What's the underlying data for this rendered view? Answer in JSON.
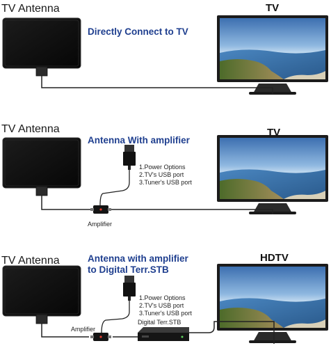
{
  "colors": {
    "headline": "#1f3f8f",
    "antenna": "#111111",
    "tv_frame": "#222222"
  },
  "panels": [
    {
      "antenna_title": "TV Antenna",
      "headline": "Directly Connect to TV",
      "tv_title": "TV"
    },
    {
      "antenna_title": "TV Antenna",
      "headline": "Antenna With amplifier",
      "tv_title": "TV",
      "power_options": [
        "1.Power Options",
        "2.TV's USB port",
        "3.Tuner's USB port"
      ],
      "amplifier_label": "Amplifier"
    },
    {
      "antenna_title": "TV Antenna",
      "headline_line1": "Antenna with amplifier",
      "headline_line2": "to Digital Terr.STB",
      "tv_title": "HDTV",
      "power_options": [
        "1.Power Options",
        "2.TV's USB port",
        "3.Tuner's USB port"
      ],
      "amplifier_label": "Amplifier",
      "stb_label": "Digital Terr.STB"
    }
  ]
}
